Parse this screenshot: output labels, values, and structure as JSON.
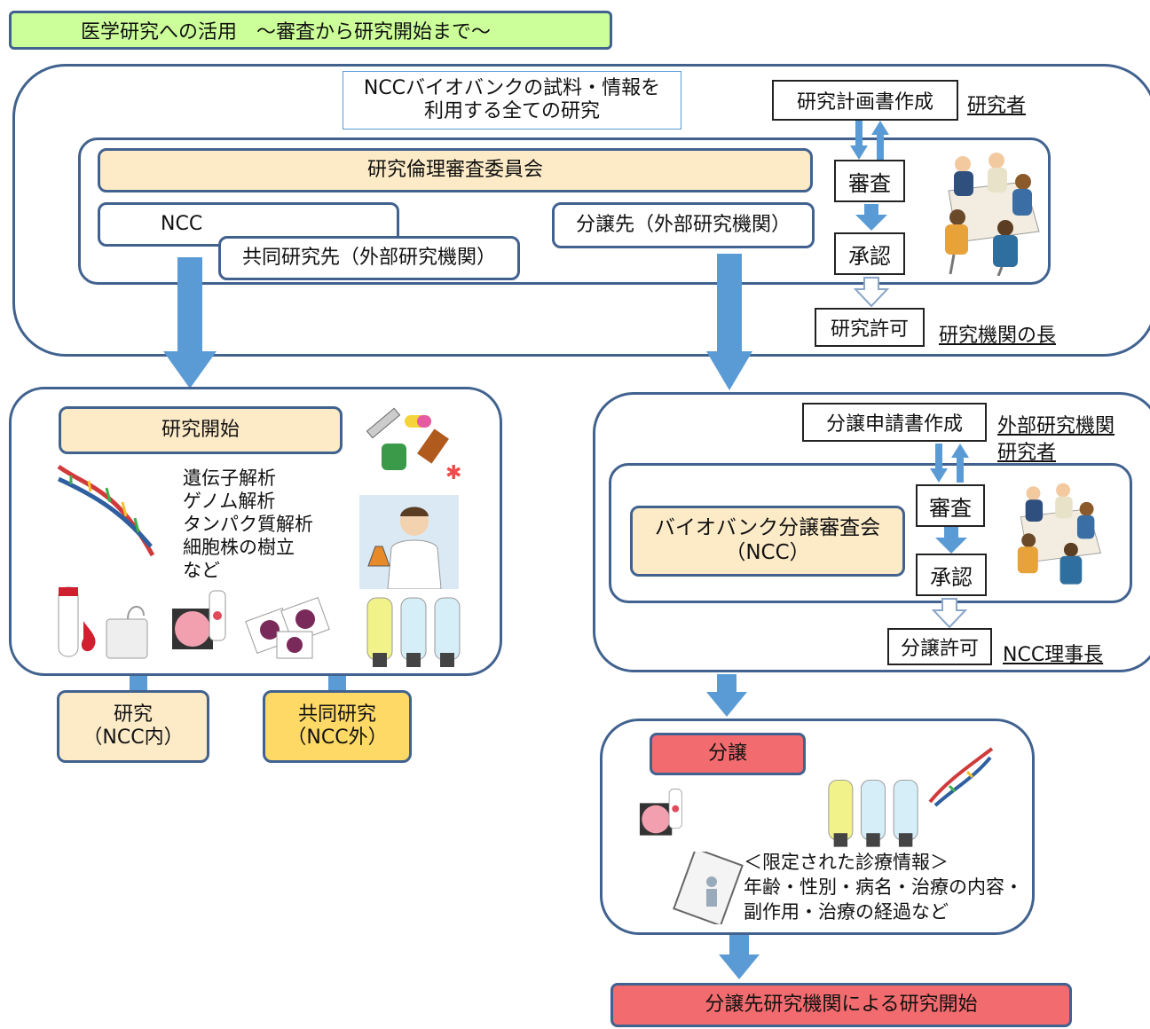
{
  "title": "医学研究への活用　～審査から研究開始まで～",
  "top": {
    "scope_lines": [
      "NCCバイオバンクの試料・情報を",
      "利用する全ての研究"
    ],
    "plan": "研究計画書作成",
    "researcher": "研究者",
    "committee": "研究倫理審査委員会",
    "ncc": "NCC",
    "joint": "共同研究先（外部研究機関）",
    "dist_dest": "分譲先（外部研究機関）",
    "review": "審査",
    "approve": "承認",
    "permit": "研究許可",
    "head": "研究機関の長"
  },
  "left": {
    "start": "研究開始",
    "analyses": [
      "遺伝子解析",
      "ゲノム解析",
      "タンパク質解析",
      "細胞株の樹立",
      "など"
    ],
    "research_internal_lines": [
      "研究",
      "（NCC内）"
    ],
    "research_joint_lines": [
      "共同研究",
      "（NCC外）"
    ]
  },
  "right": {
    "app": "分譲申請書作成",
    "ext_lines": [
      "外部研究機関",
      "研究者"
    ],
    "biobank_lines": [
      "バイオバンク分譲審査会",
      "（NCC）"
    ],
    "review": "審査",
    "approve": "承認",
    "permit": "分譲許可",
    "director": "NCC理事長"
  },
  "dist": {
    "label": "分譲",
    "info_lines": [
      "＜限定された診療情報＞",
      "年齢・性別・病名・治療の内容・",
      "副作用・治療の経過など"
    ],
    "final": "分譲先研究機関による研究開始"
  },
  "colors": {
    "border": "#41628f",
    "arrow": "#5b9bd5",
    "title_bg": "#ccff99",
    "cream": "#fdebc8",
    "pink": "#f26b6e",
    "gold": "#ffd966"
  }
}
